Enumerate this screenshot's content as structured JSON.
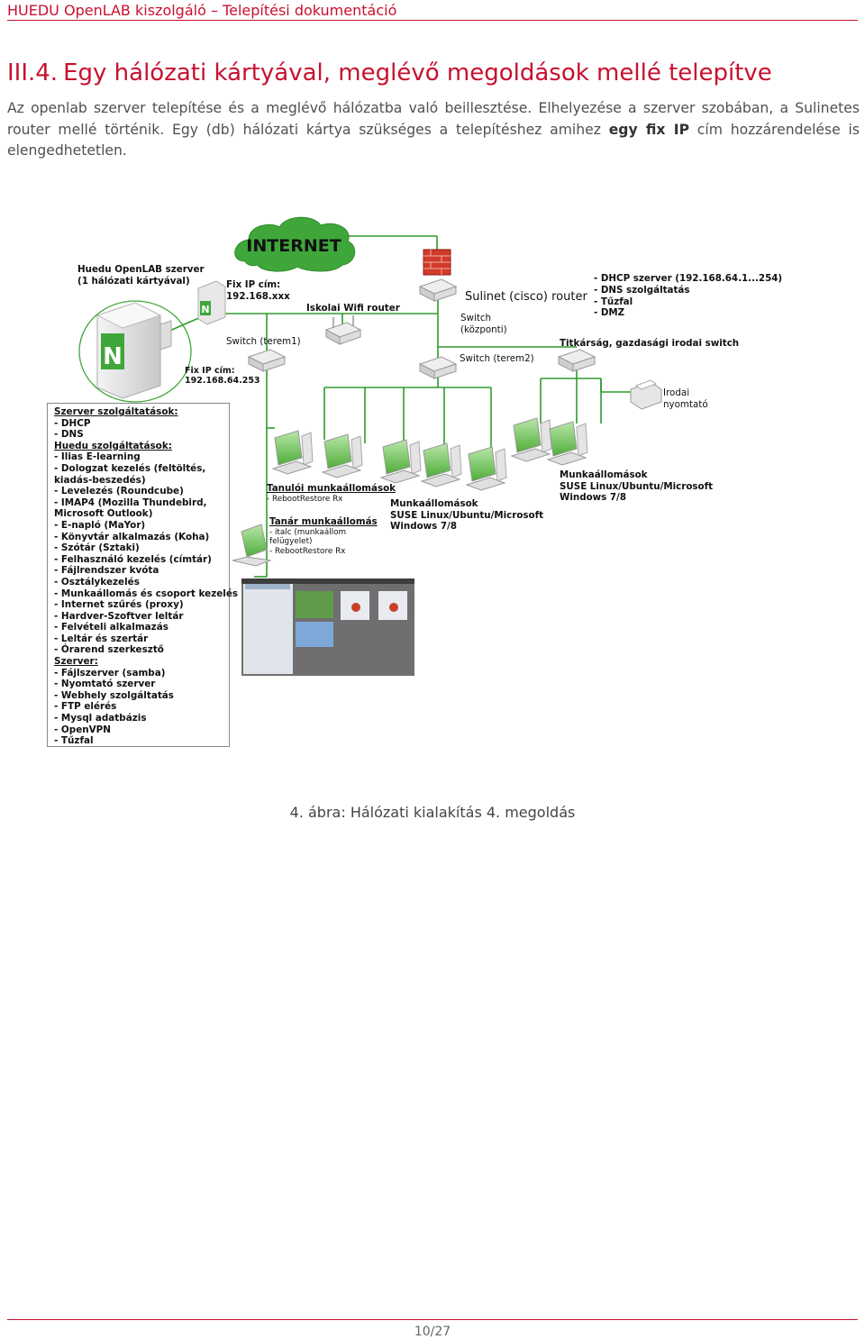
{
  "header": {
    "title": "HUEDU OpenLAB kiszolgáló – Telepítési dokumentáció"
  },
  "section": {
    "number": "III.4.",
    "title": "Egy hálózati kártyával, meglévő megoldások mellé telepítve"
  },
  "paragraph": {
    "before": "Az openlab szerver telepítése és a meglévő hálózatba való beillesztése. Elhelyezése a szerver szobában, a Sulinetes router mellé történik. Egy (db) hálózati kártya szükséges a telepítéshez amihez ",
    "bold": "egy fix IP",
    "after": " cím hozzárendelése is elengedhetetlen."
  },
  "diagram": {
    "internet": "INTERNET",
    "server_label_1": "Huedu OpenLAB szerver",
    "server_label_2": "(1 hálózati kártyával)",
    "server_logo": "N",
    "fix_ip_top_1": "Fix IP cím:",
    "fix_ip_top_2": "192.168.xxx",
    "fix_ip_low_1": "Fix IP cím:",
    "fix_ip_low_2": "192.168.64.253",
    "wifi_router": "Iskolai Wifi router",
    "sulinet_router": "Sulinet (cisco) router",
    "router_services": [
      "- DHCP szerver (192.168.64.1...254)",
      "- DNS szolgáltatás",
      "- Tűzfal",
      "- DMZ"
    ],
    "switch_central_1": "Switch",
    "switch_central_2": "(központi)",
    "switch_room1": "Switch (terem1)",
    "switch_room2": "Switch (terem2)",
    "office_switch": "Titkárság, gazdasági irodai switch",
    "printer_1": "Irodai",
    "printer_2": "nyomtató",
    "student_ws_title": "Tanulói munkaállomások",
    "student_ws_sub": "- RebootRestore Rx",
    "teacher_ws_title": "Tanár munkaállomás",
    "teacher_ws_items": [
      "- italc (munkaállom",
      "felügyelet)",
      "- RebootRestore Rx"
    ],
    "ws_mid": [
      "Munkaállomások",
      "SUSE Linux/Ubuntu/Microsoft",
      "Windows 7/8"
    ],
    "ws_right": [
      "Munkaállomások",
      "SUSE Linux/Ubuntu/Microsoft",
      "Windows 7/8"
    ]
  },
  "services": [
    {
      "text": "Szerver szolgáltatások:",
      "u": true
    },
    {
      "text": "- DHCP"
    },
    {
      "text": "- DNS"
    },
    {
      "text": "Huedu szolgáltatások:",
      "u": true
    },
    {
      "text": "- Ilias E-learning"
    },
    {
      "text": "- Dologzat kezelés (feltöltés,"
    },
    {
      "text": "kiadás-beszedés)"
    },
    {
      "text": "- Levelezés (Roundcube)"
    },
    {
      "text": "- IMAP4 (Mozilla Thundebird,"
    },
    {
      "text": "Microsoft Outlook)"
    },
    {
      "text": "- E-napló (MaYor)"
    },
    {
      "text": "- Könyvtár alkalmazás (Koha)"
    },
    {
      "text": "- Szótár (Sztaki)"
    },
    {
      "text": "- Felhasználó kezelés (címtár)"
    },
    {
      "text": "- Fájlrendszer kvóta"
    },
    {
      "text": "- Osztálykezelés"
    },
    {
      "text": "- Munkaállomás és csoport kezelés"
    },
    {
      "text": "- Internet szűrés (proxy)"
    },
    {
      "text": "- Hardver-Szoftver leltár"
    },
    {
      "text": "- Felvételi alkalmazás"
    },
    {
      "text": "- Leltár és szertár"
    },
    {
      "text": "- Órarend szerkesztő"
    },
    {
      "text": "Szerver:",
      "u": true
    },
    {
      "text": "- Fájlszerver (samba)"
    },
    {
      "text": "- Nyomtató szerver"
    },
    {
      "text": "- Webhely szolgáltatás"
    },
    {
      "text": "- FTP elérés"
    },
    {
      "text": "- Mysql adatbázis"
    },
    {
      "text": "- OpenVPN"
    },
    {
      "text": "- Tűzfal"
    }
  ],
  "caption": "4. ábra: Hálózati kialakítás 4. megoldás",
  "footer": {
    "page": "10/27"
  },
  "colors": {
    "accent": "#c8102e",
    "network_line": "#2e9b2e",
    "cloud": "#3fa73a"
  }
}
